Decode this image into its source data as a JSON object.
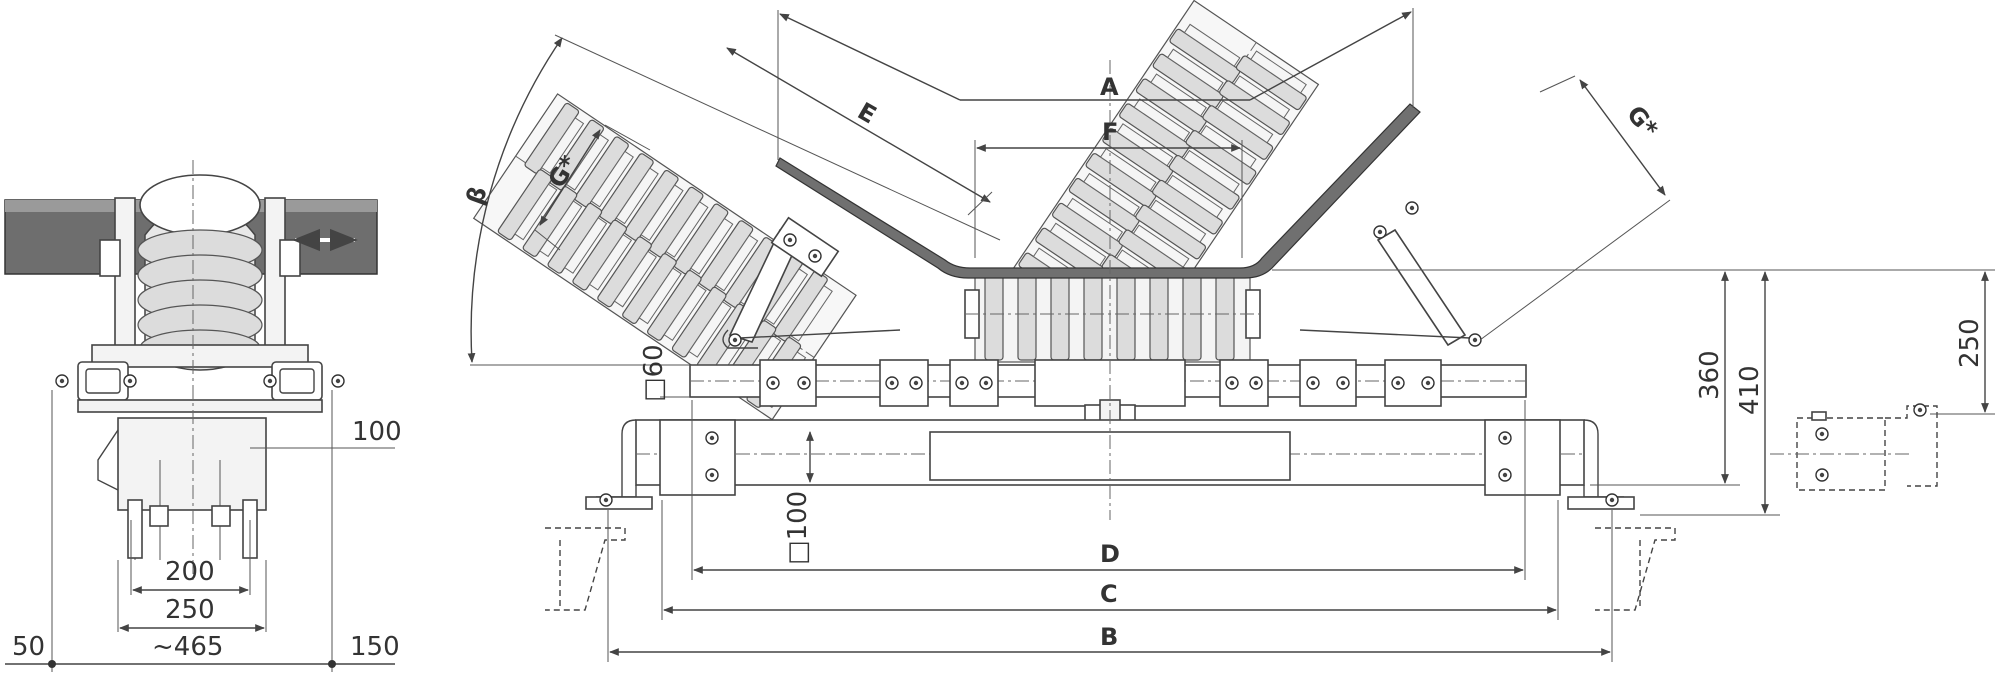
{
  "side_view": {
    "dims": {
      "d100": "100",
      "d200": "200",
      "d250": "250",
      "d465": "~465",
      "d50": "50",
      "d150": "150"
    }
  },
  "front_view": {
    "labels": {
      "A": "A",
      "B": "B",
      "C": "C",
      "D": "D",
      "E": "E",
      "F": "F",
      "G_left": "G*",
      "G_right": "G*",
      "beta": "β"
    },
    "dims": {
      "sq60": "□60",
      "sq100": "□100",
      "h360": "360",
      "h410": "410",
      "h250": "250"
    }
  }
}
